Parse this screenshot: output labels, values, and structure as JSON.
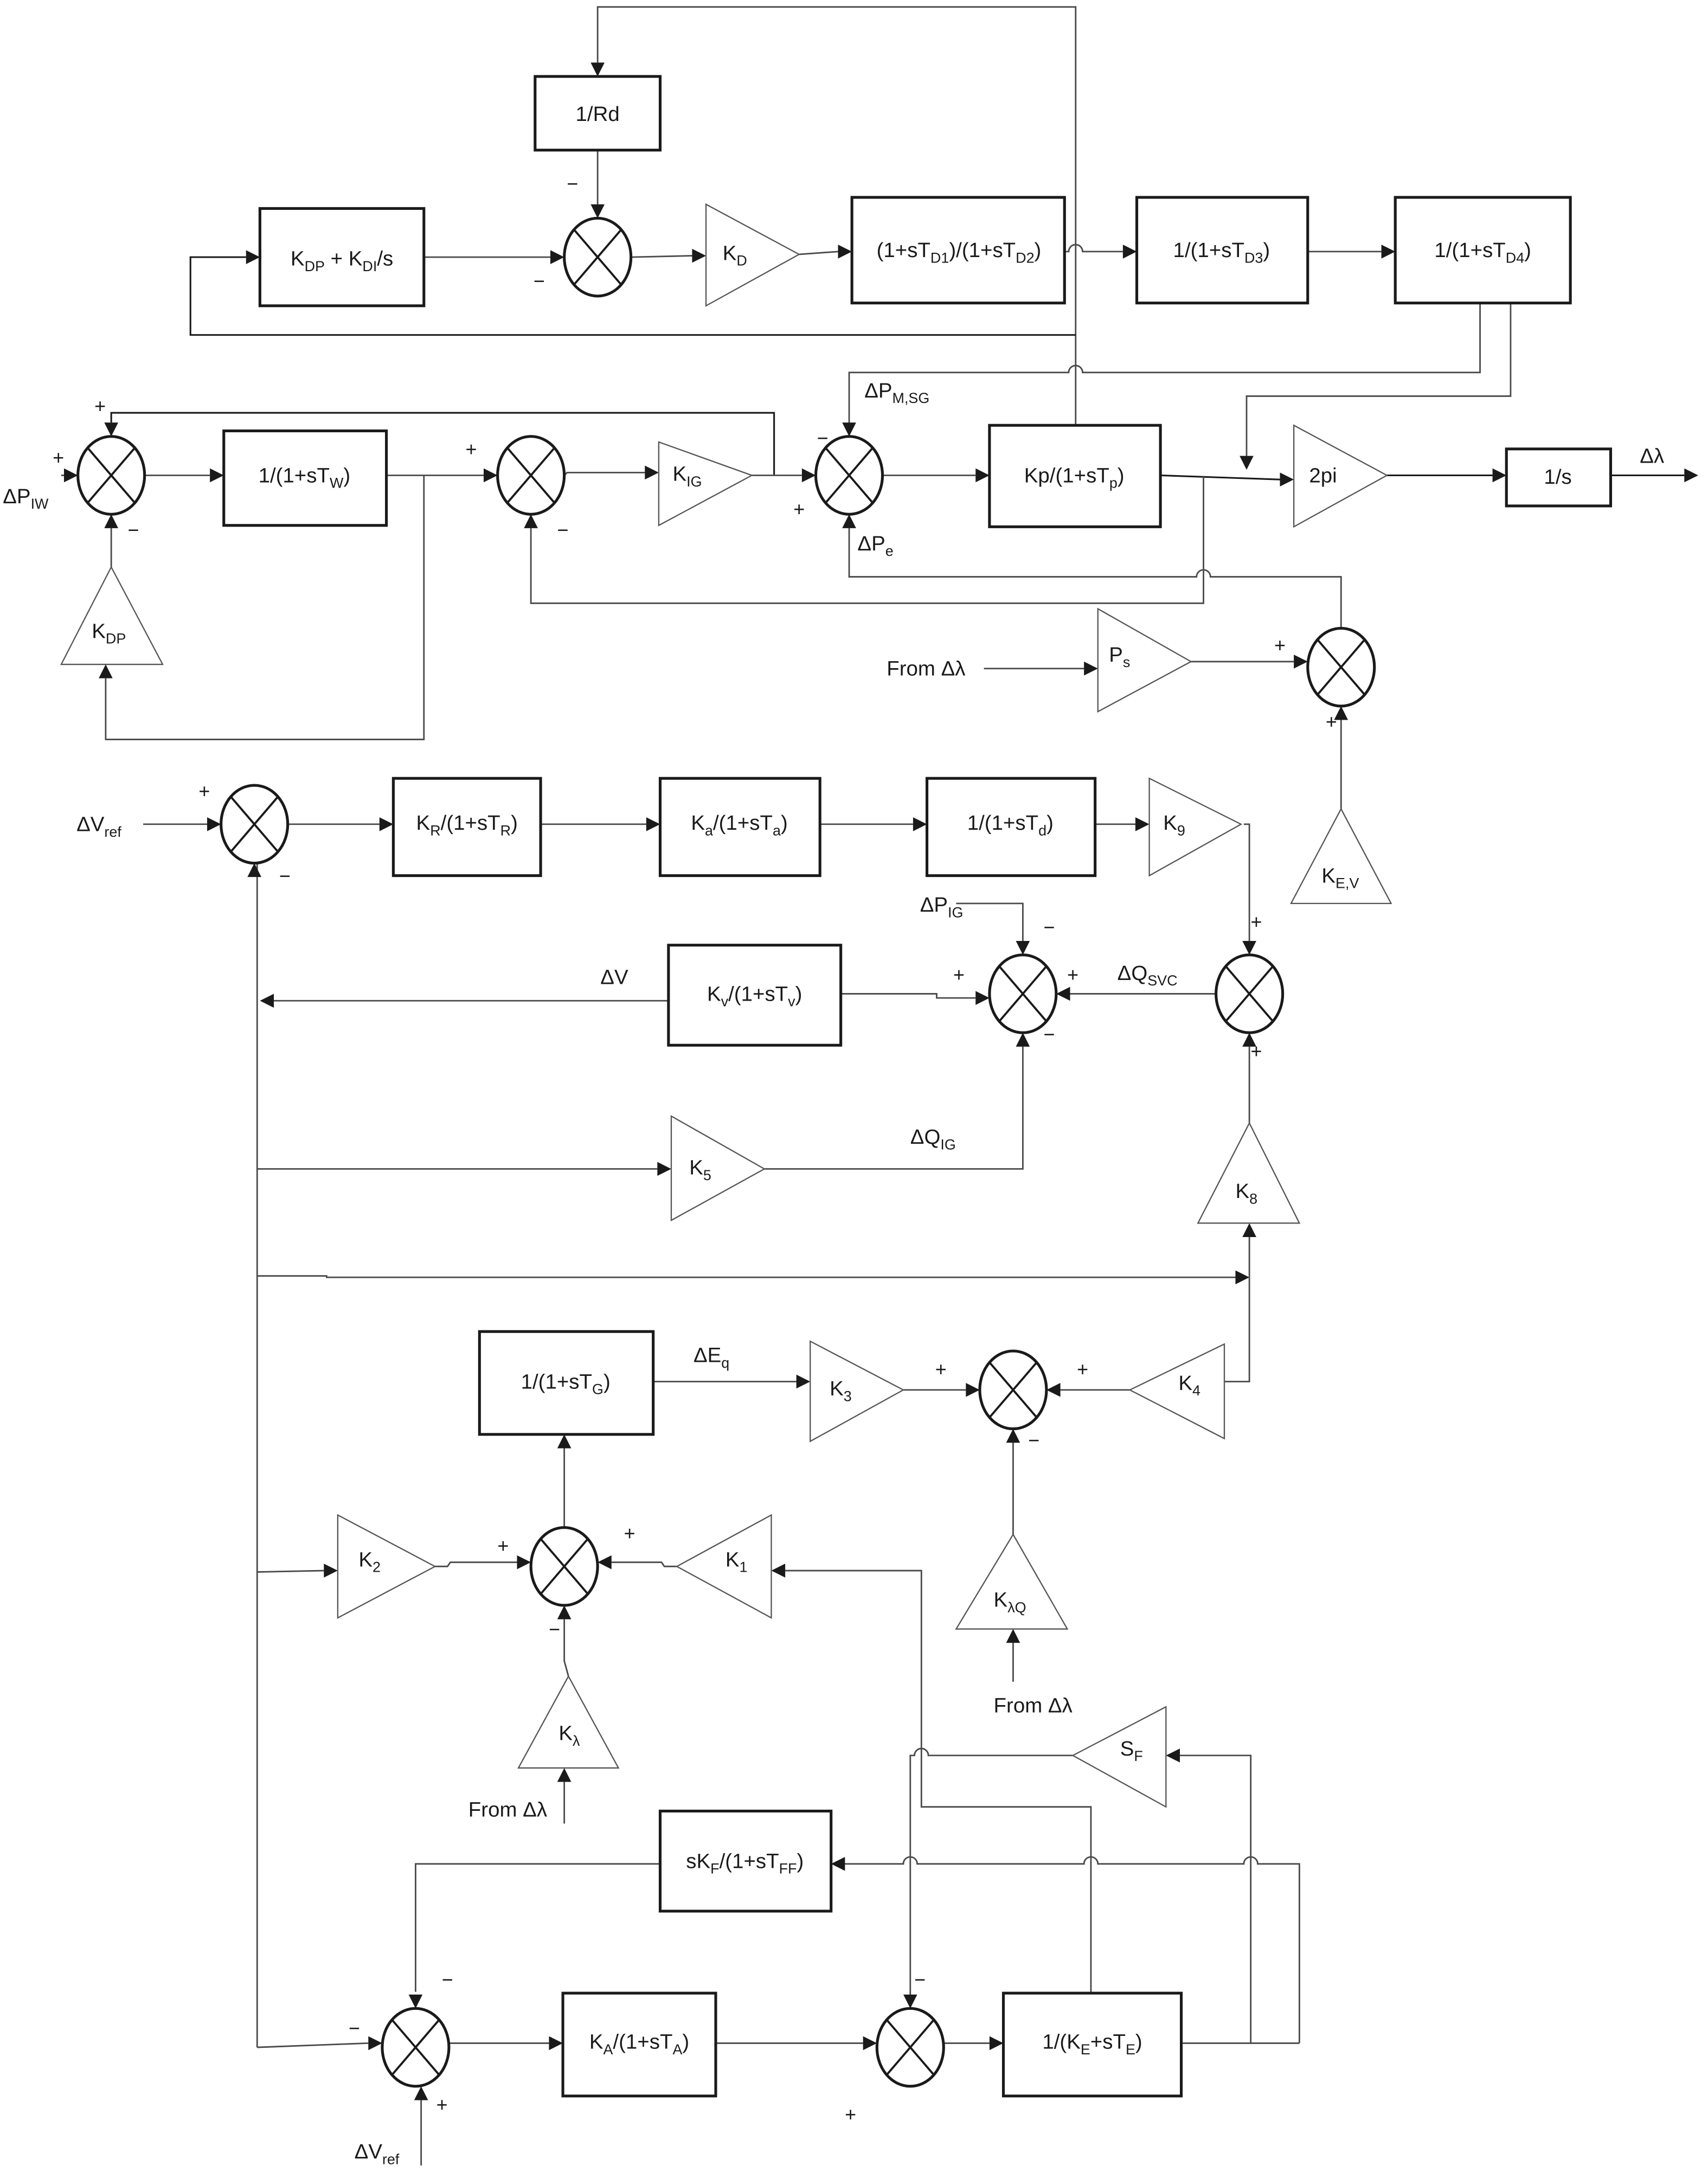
{
  "diagram": {
    "type": "control-system block diagram",
    "blocks": {
      "inv_rd": {
        "label": "1/Rd"
      },
      "kdp_kdi": {
        "main": "K",
        "sub1": "DP",
        "mid": " + K",
        "sub2": "DI",
        "tail": "/s"
      },
      "kd": {
        "main": "K",
        "sub": "D"
      },
      "lead_lag": {
        "p1": "(1+sT",
        "s1": "D1",
        "p2": ")/(1+sT",
        "s2": "D2",
        "p3": ")"
      },
      "td3": {
        "pre": "1/(1+sT",
        "sub": "D3",
        "post": ")"
      },
      "td4": {
        "pre": "1/(1+sT",
        "sub": "D4",
        "post": ")"
      },
      "tw": {
        "pre": "1/(1+sT",
        "sub": "W",
        "post": ")"
      },
      "kig": {
        "main": "K",
        "sub": "IG"
      },
      "kp": {
        "pre": "Kp/(1+sT",
        "sub": "p",
        "post": ")"
      },
      "two_pi": {
        "label": "2pi"
      },
      "integrator": {
        "label": "1/s"
      },
      "kdp_gain": {
        "main": "K",
        "sub": "DP"
      },
      "ps": {
        "main": "P",
        "sub": "s"
      },
      "kev": {
        "main": "K",
        "sub": "E,V"
      },
      "kr": {
        "main": "K",
        "sub1": "R",
        "mid": "/(1+sT",
        "sub2": "R",
        "post": ")"
      },
      "ka": {
        "main": "K",
        "sub1": "a",
        "mid": "/(1+sT",
        "sub2": "a",
        "post": ")"
      },
      "td": {
        "pre": "1/(1+sT",
        "sub": "d",
        "post": ")"
      },
      "k9": {
        "main": "K",
        "sub": "9"
      },
      "kv": {
        "main": "K",
        "sub1": "v",
        "mid": "/(1+sT",
        "sub2": "v",
        "post": ")"
      },
      "k5": {
        "main": "K",
        "sub": "5"
      },
      "k8": {
        "main": "K",
        "sub": "8"
      },
      "tg": {
        "pre": "1/(1+sT",
        "sub": "G",
        "post": ")"
      },
      "k3": {
        "main": "K",
        "sub": "3"
      },
      "k4": {
        "main": "K",
        "sub": "4"
      },
      "klq": {
        "main": "K",
        "sub": "λQ"
      },
      "k2": {
        "main": "K",
        "sub": "2"
      },
      "k1": {
        "main": "K",
        "sub": "1"
      },
      "kl": {
        "main": "K",
        "sub": "λ"
      },
      "sf": {
        "main": "S",
        "sub": "F"
      },
      "skf": {
        "pre": "sK",
        "sub1": "F",
        "mid": "/(1+sT",
        "sub2": "FF",
        "post": ")"
      },
      "kA": {
        "main": "K",
        "sub1": "A",
        "mid": "/(1+sT",
        "sub2": "A",
        "post": ")"
      },
      "ke": {
        "pre": "1/(K",
        "sub1": "E",
        "mid": "+sT",
        "sub2": "E",
        "post": ")"
      }
    },
    "signals": {
      "dp_iw": {
        "main": "ΔP",
        "sub": "IW"
      },
      "dp_msg": {
        "main": "ΔP",
        "sub": "M,SG"
      },
      "dp_e": {
        "main": "ΔP",
        "sub": "e"
      },
      "d_lambda_out": {
        "label": "Δλ"
      },
      "from_dl_1": {
        "label": "From Δλ"
      },
      "from_dl_2": {
        "label": "From Δλ"
      },
      "from_dl_3": {
        "label": "From Δλ"
      },
      "dv_ref_1": {
        "main": "ΔV",
        "sub": "ref"
      },
      "dv_ref_2": {
        "main": "ΔV",
        "sub": "ref"
      },
      "dp_ig": {
        "main": "ΔP",
        "sub": "IG"
      },
      "dv": {
        "label": "ΔV"
      },
      "dq_svc": {
        "main": "ΔQ",
        "sub": "SVC"
      },
      "dq_ig": {
        "main": "ΔQ",
        "sub": "IG"
      },
      "de_q": {
        "main": "ΔE",
        "sub": "q"
      }
    },
    "signs": {
      "plus": "+",
      "minus": "−"
    }
  }
}
